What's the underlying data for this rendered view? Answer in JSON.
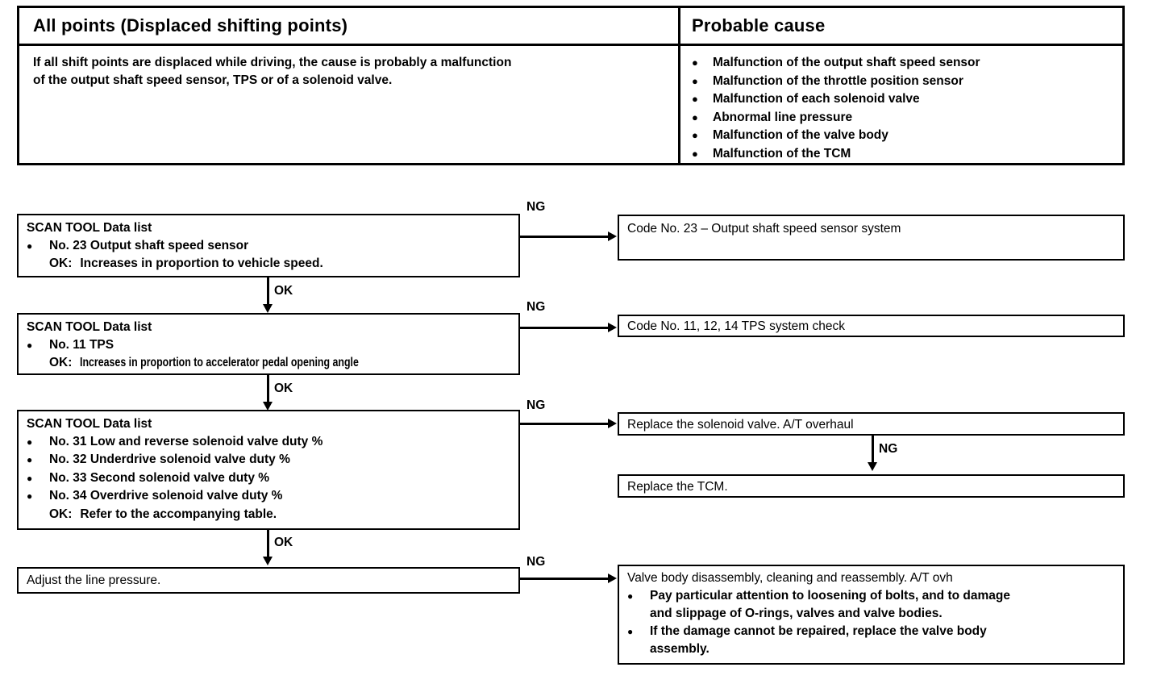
{
  "table": {
    "headers": {
      "left": "All points (Displaced shifting points)",
      "right": "Probable cause"
    },
    "left_cell": {
      "line1": "If all shift points are displaced while driving, the cause is probably a malfunction",
      "line2": "of the output shaft speed sensor, TPS or of a solenoid valve."
    },
    "right_cell": {
      "bullet": "●",
      "items": [
        "Malfunction of the output shaft speed sensor",
        "Malfunction of the throttle position sensor",
        "Malfunction of each solenoid valve",
        "Abnormal line pressure",
        "Malfunction of the valve body",
        "Malfunction of the TCM"
      ]
    }
  },
  "flow": {
    "bullet": "●",
    "edge_ng": "NG",
    "edge_ok": "OK",
    "step1": {
      "title": "SCAN TOOL Data list",
      "item": "No. 23 Output shaft speed sensor",
      "ok_label": "OK:",
      "ok_text": "Increases in proportion to vehicle speed."
    },
    "step2": {
      "title": "SCAN TOOL Data list",
      "item": "No. 11 TPS",
      "ok_label": "OK:",
      "ok_text": "Increases in proportion to accelerator pedal opening angle"
    },
    "step3": {
      "title": "SCAN TOOL Data list",
      "items": [
        "No. 31 Low and reverse solenoid valve duty %",
        "No. 32 Underdrive solenoid valve duty %",
        "No. 33 Second solenoid valve duty %",
        "No. 34 Overdrive solenoid valve duty %"
      ],
      "ok_label": "OK:",
      "ok_text": "Refer to the accompanying table."
    },
    "step4": {
      "title": "Adjust the line pressure."
    },
    "result1": {
      "text": "Code No. 23 – Output shaft speed sensor system"
    },
    "result2": {
      "text": "Code No. 11, 12, 14 TPS system check"
    },
    "result3": {
      "text": "Replace the solenoid valve. A/T overhaul"
    },
    "result4": {
      "text": "Replace the TCM."
    },
    "result5": {
      "title": "Valve body disassembly, cleaning and reassembly. A/T ovh",
      "items": [
        [
          "Pay particular attention to loosening of bolts, and to damage",
          "and slippage of O-rings, valves and valve bodies."
        ],
        [
          "If the damage cannot be repaired, replace the valve body",
          "assembly."
        ]
      ]
    }
  }
}
